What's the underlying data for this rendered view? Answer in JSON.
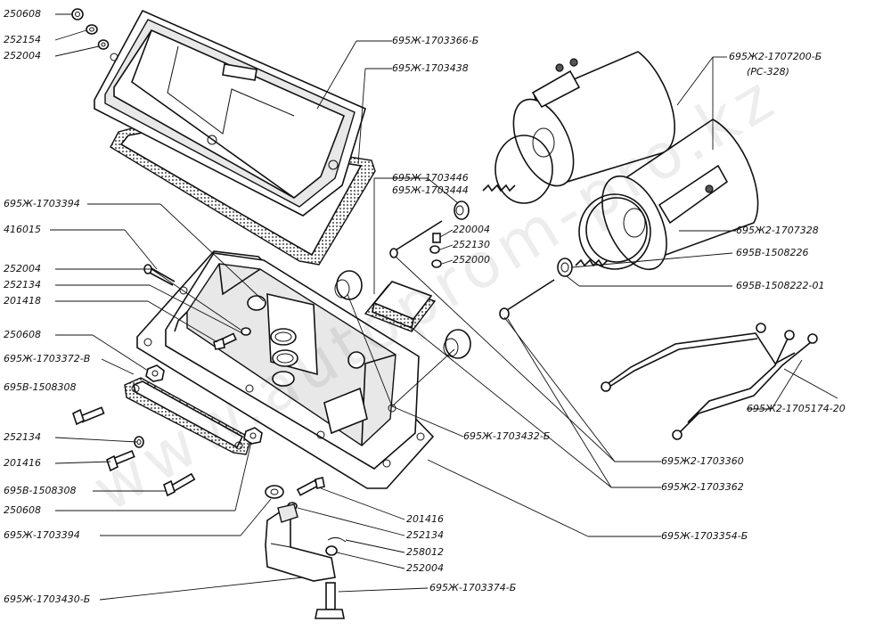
{
  "watermark": "www.autoprom-pro.kz",
  "labels": {
    "l250608_top": "250608",
    "l252154": "252154",
    "l252004_top": "252004",
    "l1703366": "695Ж-1703366-Б",
    "l1703438": "695Ж-1703438",
    "l1707200": "695Ж2-1707200-Б",
    "lPC328": "(РС-328)",
    "l1703446": "695Ж-1703446",
    "l1703444": "695Ж-1703444",
    "l1703394_a": "695Ж-1703394",
    "l416015": "416015",
    "l220004": "220004",
    "l252130": "252130",
    "l252000": "252000",
    "l1707328": "695Ж2-1707328",
    "l1508226": "695В-1508226",
    "l1508222": "695В-1508222-01",
    "l252004_mid": "252004",
    "l252134_a": "252134",
    "l201418": "201418",
    "l250608_mid": "250608",
    "l1703372": "695Ж-1703372-В",
    "l1508308_a": "695В-1508308",
    "l1705174": "695Ж2-1705174-20",
    "l252134_b": "252134",
    "l1703432": "695Ж-1703432-Б",
    "l201416_a": "201416",
    "l1703360": "695Ж2-1703360",
    "l1703362": "695Ж2-1703362",
    "l1508308_b": "695В-1508308",
    "l250608_bot": "250608",
    "l201416_b": "201416",
    "l252134_c": "252134",
    "l1703394_b": "695Ж-1703394",
    "l258012": "258012",
    "l1703354": "695Ж-1703354-Б",
    "l252004_bot": "252004",
    "l1703430": "695Ж-1703430-Б",
    "l1703374": "695Ж-1703374-Б"
  }
}
